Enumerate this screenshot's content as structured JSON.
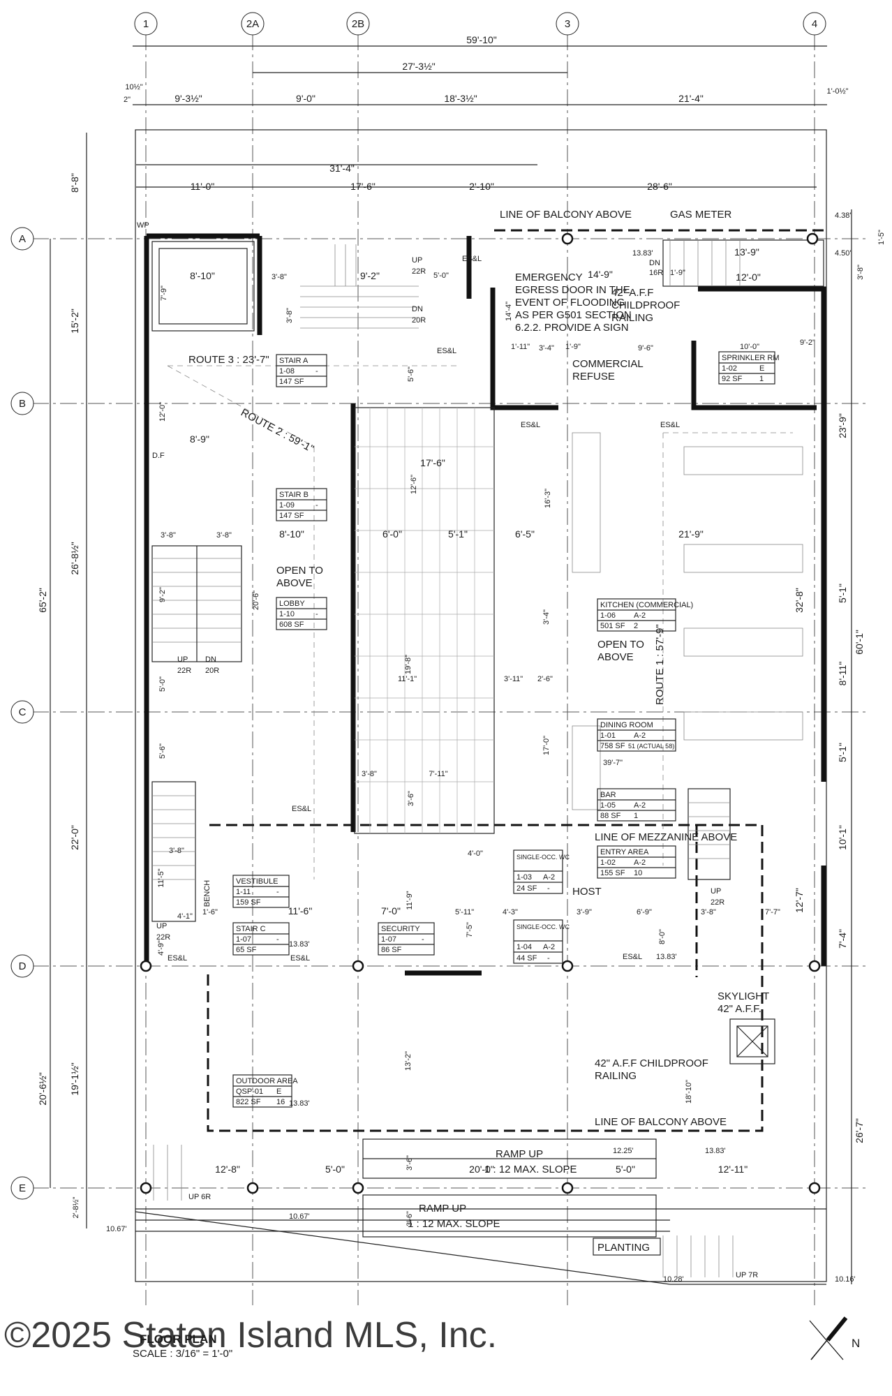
{
  "grid": {
    "columns": [
      "1",
      "2A",
      "2B",
      "3",
      "4"
    ],
    "rows": [
      "A",
      "B",
      "C",
      "D",
      "E"
    ]
  },
  "dimensions": {
    "top_total": "59'-10\"",
    "top_mid": "27'-3½\"",
    "top_seg_1": "9'-3½\"",
    "top_seg_2": "18'-3½\"",
    "top_seg_3": "21'-4\"",
    "top_small_1": "10½\"",
    "top_small_2": "2\"",
    "top_small_3": "9'-0\"",
    "top_right_small": "1'-0½\"",
    "upper_31": "31'-4\"",
    "upper_11": "11'-0\"",
    "upper_17": "17'-6\"",
    "upper_2_10": "2'-10\"",
    "upper_28": "28'-6\"",
    "left_8_8": "8'-8\"",
    "left_15_2": "15'-2\"",
    "left_26_8": "26'-8½\"",
    "left_65_2": "65'-2\"",
    "left_22_0": "22'-0\"",
    "left_19_1": "19'-1½\"",
    "left_20_6": "20'-6½\"",
    "left_2_8": "2'-8½\"",
    "right_1_5": "1'-5\"",
    "right_3_8": "3'-8\"",
    "right_23_9": "23'-9\"",
    "right_32_8": "32'-8\"",
    "right_60_1": "60'-1\"",
    "right_5_1a": "5'-1\"",
    "right_8_11": "8'-11\"",
    "right_5_1b": "5'-1\"",
    "right_10_1": "10'-1\"",
    "right_12_7": "12'-7\"",
    "right_7_4": "7'-4\"",
    "right_26_7": "26'-7\"",
    "d_8_10": "8'-10\"",
    "d_7_9": "7'-9\"",
    "d_3_8a": "3'-8\"",
    "d_3_8b": "3'-8\"",
    "d_9_2a": "9'-2\"",
    "d_5_0a": "5'-0\"",
    "d_14_9": "14'-9\"",
    "d_13_9": "13'-9\"",
    "d_12_0a": "12'-0\"",
    "d_14_4": "14'-4\"",
    "d_1_11": "1'-11\"",
    "d_3_4": "3'-4\"",
    "d_1_9a": "1'-9\"",
    "d_9_6": "9'-6\"",
    "d_10_0": "10'-0\"",
    "d_9_2b": "9'-2\"",
    "d_5_6a": "5'-6\"",
    "d_12_0b": "12'-0\"",
    "d_8_9": "8'-9\"",
    "d_17_6": "17'-6\"",
    "d_12_6": "12'-6\"",
    "d_16_3": "16'-3\"",
    "d_3_8c": "3'-8\"",
    "d_3_8d": "3'-8\"",
    "d_8_10b": "8'-10\"",
    "d_6_0": "6'-0\"",
    "d_5_1": "5'-1\"",
    "d_6_5": "6'-5\"",
    "d_21_9": "21'-9\"",
    "d_9_2c": "9'-2\"",
    "d_20_6": "20'-6\"",
    "d_19_8": "19'-8\"",
    "d_11_1": "11'-1\"",
    "d_3_4b": "3'-4\"",
    "d_3_11": "3'-11\"",
    "d_2_6": "2'-6\"",
    "d_17_0": "17'-0\"",
    "d_39_7": "39'-7\"",
    "d_5_0b": "5'-0\"",
    "d_5_6b": "5'-6\"",
    "d_3_8e": "3'-8\"",
    "d_7_11": "7'-11\"",
    "d_3_6a": "3'-6\"",
    "d_3_8f": "3'-8\"",
    "d_11_5": "11'-5\"",
    "d_4_0": "4'-0\"",
    "d_4_1": "4'-1\"",
    "d_1_6": "1'-6\"",
    "d_11_6": "11'-6\"",
    "d_7_0": "7'-0\"",
    "d_11_9": "11'-9\"",
    "d_5_11": "5'-11\"",
    "d_7_5": "7'-5\"",
    "d_4_3": "4'-3\"",
    "d_3_9": "3'-9\"",
    "d_6_9": "6'-9\"",
    "d_8_0": "8'-0\"",
    "d_3_8g": "3'-8\"",
    "d_7_7": "7'-7\"",
    "d_4_9": "4'-9\"",
    "d_13_2": "13'-2\"",
    "d_18_10": "18'-10\"",
    "d_12_8": "12'-8\"",
    "d_5_0c": "5'-0\"",
    "d_3_6b": "3'-6\"",
    "d_20_0": "20'-0\"",
    "d_5_0d": "5'-0\"",
    "d_12_11": "12'-11\"",
    "d_3_6c": "3'-6\""
  },
  "elevations": [
    "4.38'",
    "4.50'",
    "13.83'",
    "13.83'",
    "13.83'",
    "13.83'",
    "13.83'",
    "12.25'",
    "10.67'",
    "10.67'",
    "10.28'",
    "10.16'"
  ],
  "labels": {
    "wp": "WP",
    "balcony_top": "LINE OF BALCONY ABOVE",
    "gas_meter": "GAS METER",
    "emergency": [
      "EMERGENCY",
      "EGRESS DOOR IN THE",
      "EVENT OF FLOODING",
      "AS PER G501 SECTION",
      "6.2.2. PROVIDE A SIGN"
    ],
    "railing_top": [
      "42\" A.F.F",
      "CHILDPROOF",
      "RAILING"
    ],
    "commercial_refuse": [
      "COMMERCIAL",
      "REFUSE"
    ],
    "route3": "ROUTE 3 : 23'-7\"",
    "route2": "ROUTE 2 : 59'-1\"",
    "route1": "ROUTE 1 : 57'-9\"",
    "df": "D.F",
    "open_above_1": [
      "OPEN TO",
      "ABOVE"
    ],
    "open_above_2": [
      "OPEN TO",
      "ABOVE"
    ],
    "esl": "ES&L",
    "up": "UP",
    "dn": "DN",
    "r22": "22R",
    "r20": "20R",
    "r16": "16R",
    "bench": "BENCH",
    "host": "HOST",
    "mezzanine": "LINE OF MEZZANINE ABOVE",
    "skylight": [
      "SKYLIGHT",
      "42\" A.F.F."
    ],
    "railing_bottom": [
      "42\" A.F.F CHILDPROOF",
      "RAILING"
    ],
    "balcony_bottom": "LINE OF BALCONY ABOVE",
    "ramp_up": "RAMP UP",
    "ramp_slope": "1 : 12 MAX. SLOPE",
    "planting": "PLANTING",
    "up6r": "UP 6R",
    "up7r": "UP 7R",
    "plan_title": "FLOOR PLAN",
    "scale": "SCALE : 3/16\" = 1'-0\"",
    "north": "N",
    "watermark": "©2025 Staten Island MLS, Inc."
  },
  "rooms": [
    {
      "name": "STAIR A",
      "id": "1-08",
      "area": "147 SF",
      "occ": "-"
    },
    {
      "name": "SPRINKLER RM",
      "id": "1-02",
      "area": "92 SF",
      "group": "E",
      "occ": "1"
    },
    {
      "name": "STAIR B",
      "id": "1-09",
      "area": "147 SF",
      "occ": "-"
    },
    {
      "name": "LOBBY",
      "id": "1-10",
      "area": "608 SF",
      "occ": "-"
    },
    {
      "name": "KITCHEN (COMMERCIAL)",
      "id": "1-06",
      "area": "501 SF",
      "group": "A-2",
      "occ": "2"
    },
    {
      "name": "DINING ROOM",
      "id": "1-01",
      "area": "758 SF",
      "group": "A-2",
      "occ": "51 (ACTUAL 58)"
    },
    {
      "name": "BAR",
      "id": "1-05",
      "area": "88 SF",
      "group": "A-2",
      "occ": "1"
    },
    {
      "name": "ENTRY AREA",
      "id": "1-02",
      "area": "155 SF",
      "group": "A-2",
      "occ": "10"
    },
    {
      "name": "SINGLE-OCC. WC",
      "id": "1-03",
      "area": "24 SF",
      "group": "A-2",
      "occ": "-"
    },
    {
      "name": "SINGLE-OCC. WC",
      "id": "1-04",
      "area": "44 SF",
      "group": "A-2",
      "occ": "-"
    },
    {
      "name": "VESTIBULE",
      "id": "1-11",
      "area": "159 SF",
      "occ": "-"
    },
    {
      "name": "STAIR C",
      "id": "1-07",
      "area": "65 SF",
      "occ": "-"
    },
    {
      "name": "SECURITY",
      "id": "1-07",
      "area": "86 SF",
      "occ": "-"
    },
    {
      "name": "OUTDOOR AREA",
      "id": "QSP-01",
      "area": "822 SF",
      "group": "E",
      "occ": "16"
    }
  ]
}
